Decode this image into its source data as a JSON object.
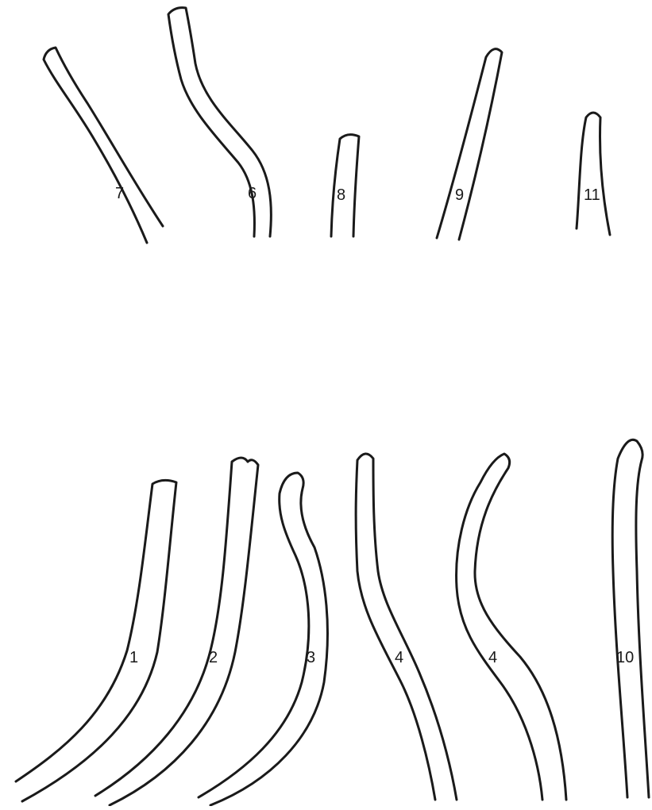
{
  "figure": {
    "specimens": [
      {
        "id": "spec-7",
        "label": "7"
      },
      {
        "id": "spec-6",
        "label": "6"
      },
      {
        "id": "spec-8",
        "label": "8"
      },
      {
        "id": "spec-9",
        "label": "9"
      },
      {
        "id": "spec-11",
        "label": "11"
      },
      {
        "id": "spec-1",
        "label": "1"
      },
      {
        "id": "spec-2",
        "label": "2"
      },
      {
        "id": "spec-3",
        "label": "3"
      },
      {
        "id": "spec-4a",
        "label": "4"
      },
      {
        "id": "spec-4b",
        "label": "4"
      },
      {
        "id": "spec-10",
        "label": "10"
      }
    ]
  }
}
